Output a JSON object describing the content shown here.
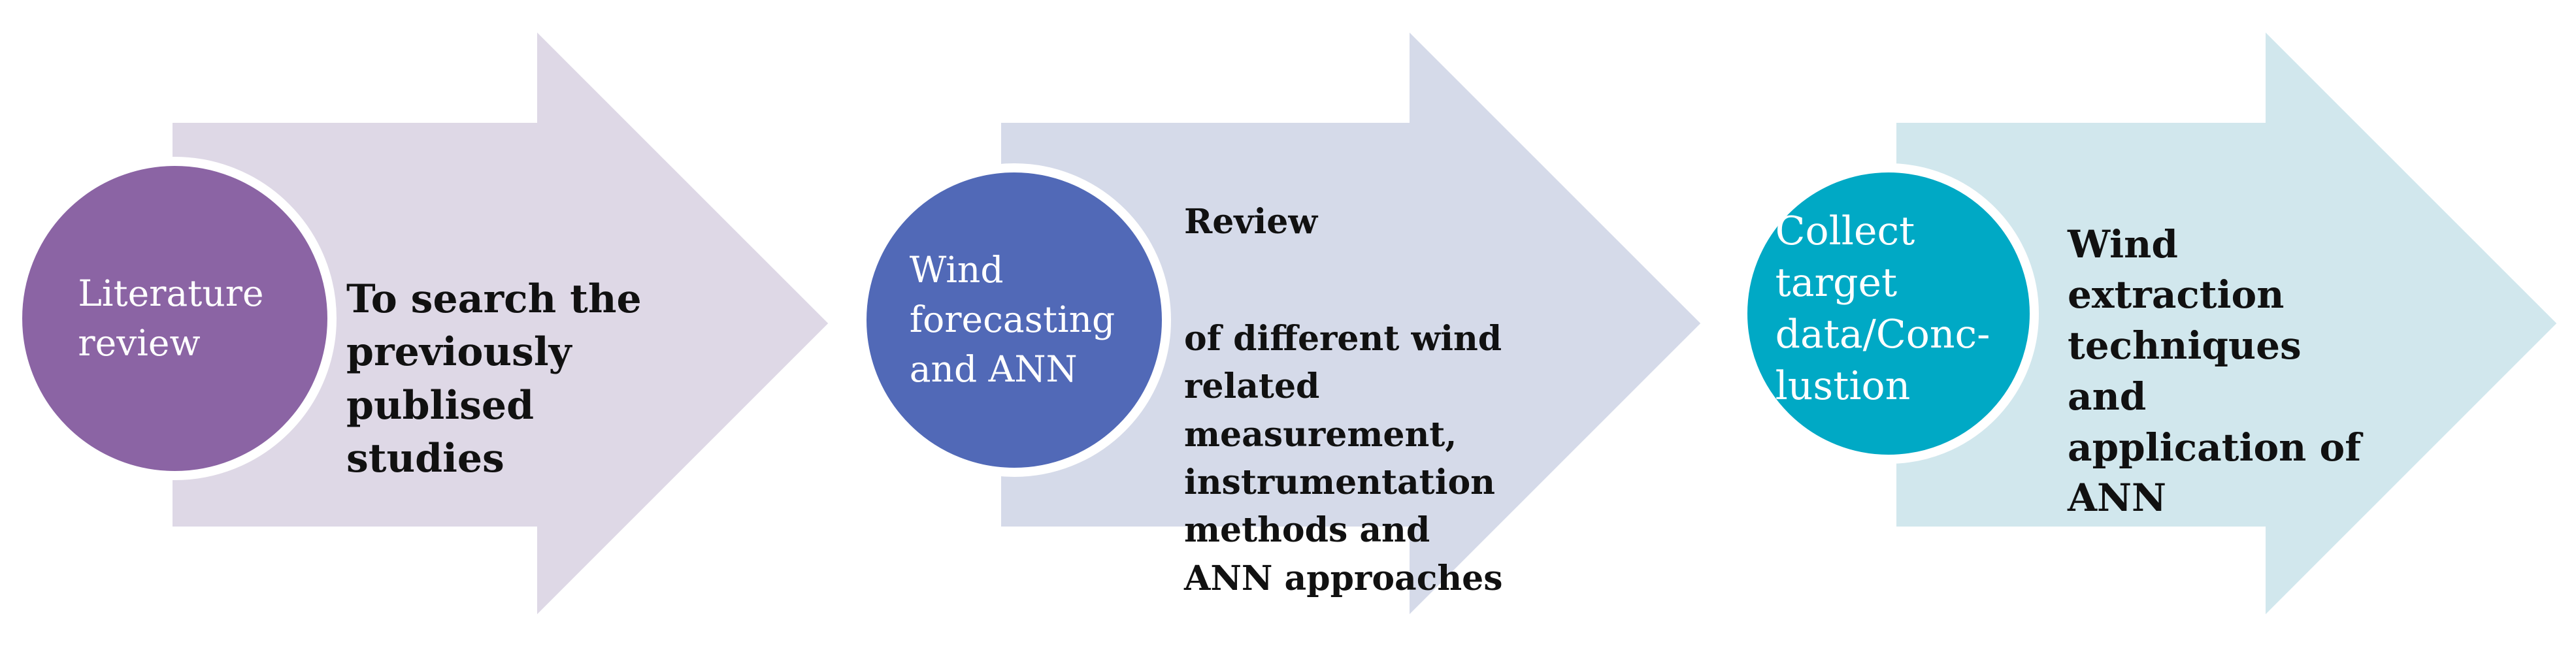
{
  "stages": [
    {
      "circle_label": "Literature\nreview",
      "description_title": "",
      "description": "To search the\npreviously\npublised\nstudies",
      "colors": {
        "arrow": "#ded8e6",
        "circle": "#8b64a4"
      }
    },
    {
      "circle_label": "Wind\nforecasting\nand ANN",
      "description_title": "Review",
      "description": "of different wind\nrelated\nmeasurement,\ninstrumentation\nmethods and\nANN approaches",
      "colors": {
        "arrow": "#d5dae9",
        "circle": "#5169b7"
      }
    },
    {
      "circle_label": "Collect\ntarget\ndata/Conc-\nlustion",
      "description_title": "",
      "description": "Wind\nextraction\ntechniques\nand\napplication of\nANN",
      "colors": {
        "arrow": "#d1e7ed",
        "circle": "#00a9c5"
      }
    }
  ]
}
